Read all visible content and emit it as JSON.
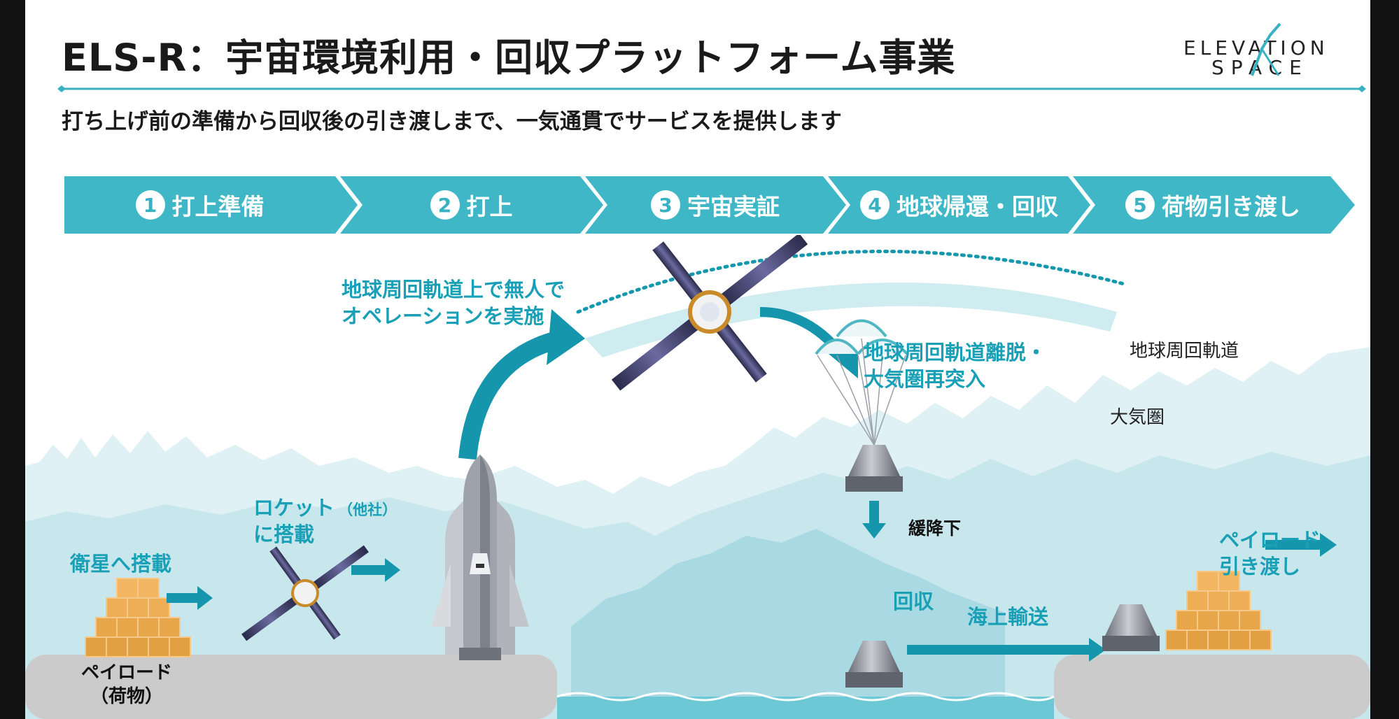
{
  "title": "ELS-R：宇宙環境利用・回収プラットフォーム事業",
  "subtitle": "打ち上げ前の準備から回収後の引き渡しまで、一気通貫でサービスを提供します",
  "logo": {
    "line1": "ELEVATION",
    "line2": "SPACE"
  },
  "steps": [
    {
      "num": "1",
      "label": "打上準備"
    },
    {
      "num": "2",
      "label": "打上"
    },
    {
      "num": "3",
      "label": "宇宙実証"
    },
    {
      "num": "4",
      "label": "地球帰還・回収"
    },
    {
      "num": "5",
      "label": "荷物引き渡し"
    }
  ],
  "annotations": {
    "orbit_ops_1": "地球周回軌道上で無人で",
    "orbit_ops_2": "オペレーションを実施",
    "deorbit_1": "地球周回軌道離脱・",
    "deorbit_2": "大気圏再突入",
    "orbit_label": "地球周回軌道",
    "atmosphere_label": "大気圏",
    "rocket_1": "ロケット",
    "rocket_other": "（他社）",
    "rocket_2": "に搭載",
    "satellite_load": "衛星へ搭載",
    "payload_1": "ペイロード",
    "payload_2": "（荷物）",
    "descent": "緩降下",
    "recovery": "回収",
    "sea_transport": "海上輸送",
    "handover_1": "ペイロード",
    "handover_2": "引き渡し"
  },
  "colors": {
    "teal": "#19a0b6",
    "banner": "#3fb7c7",
    "forest": "#d8eff3",
    "ground": "#cccccc",
    "sea": "#6cc8d4",
    "box": "#e8a64a"
  }
}
